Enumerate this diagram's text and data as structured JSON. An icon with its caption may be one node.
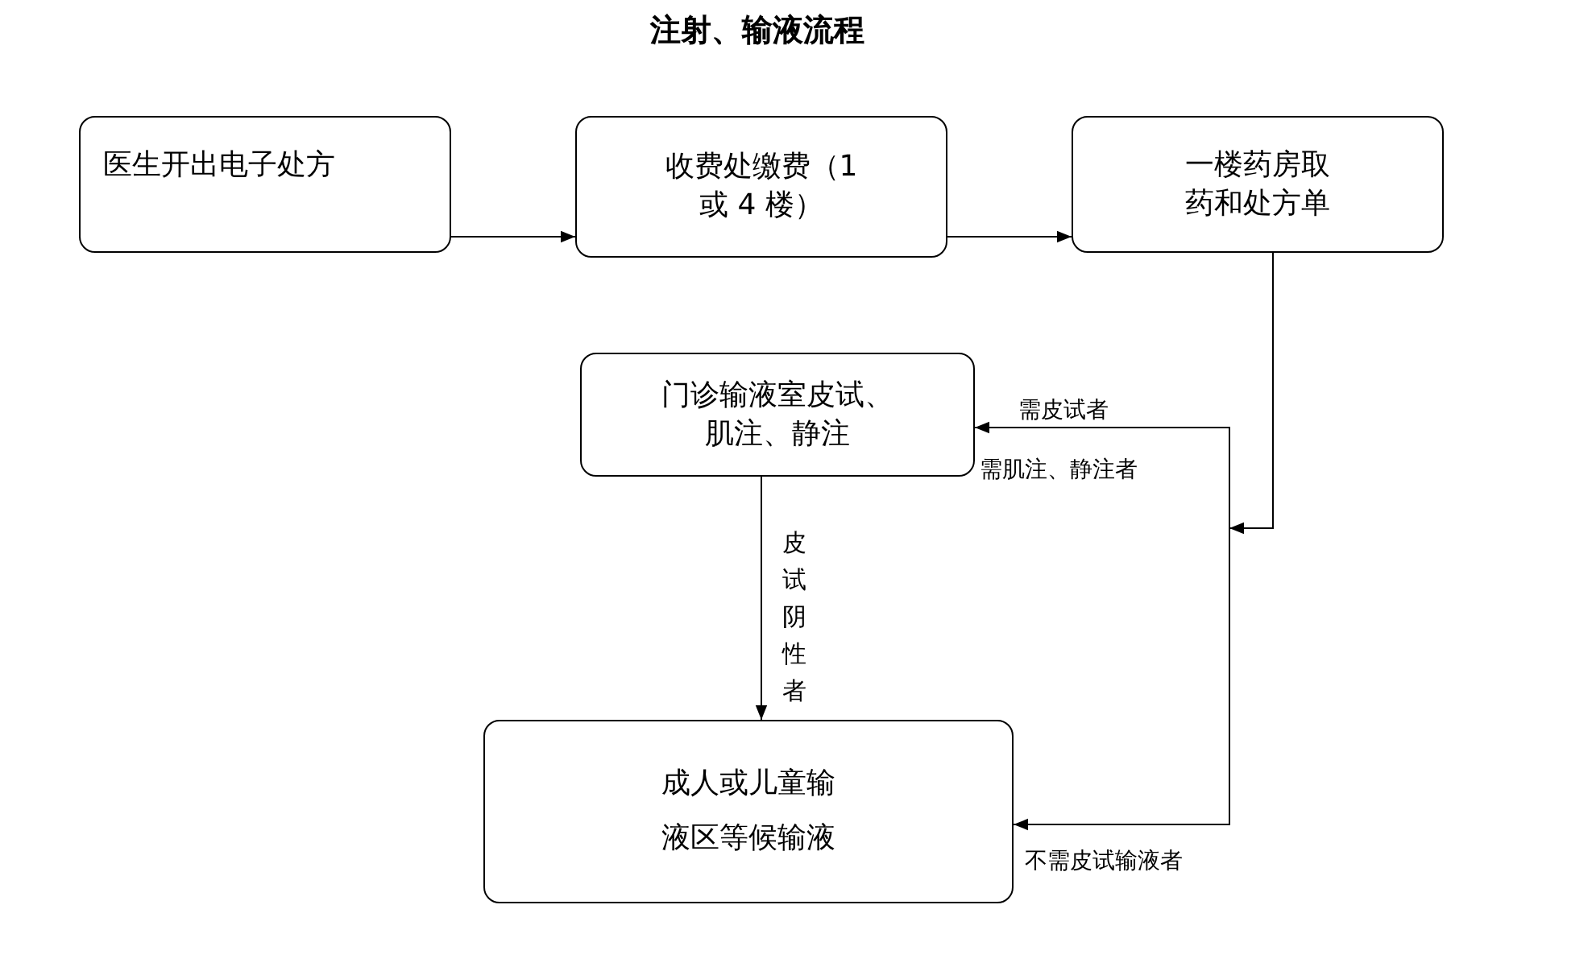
{
  "diagram": {
    "title": "注射、输液流程",
    "nodes": [
      {
        "text": [
          "医生开出电子处方"
        ]
      },
      {
        "text": [
          "收费处缴费（1 或 4 楼）"
        ]
      },
      {
        "text": [
          "一楼药房取药和处方单"
        ]
      },
      {
        "text": [
          "门诊输液室皮试、肌注、静注"
        ],
        "beside": [
          "需肌注、静注者"
        ]
      },
      {
        "text": [
          "成人或儿童输液区等候输液"
        ]
      }
    ],
    "edges": [
      {
        "from": 0,
        "to": 1,
        "arrow": "to"
      },
      {
        "from": 1,
        "to": 2,
        "arrow": "to"
      },
      {
        "from": 2,
        "to": 3,
        "arrow": "to",
        "label": "需皮试者"
      },
      {
        "from": 2,
        "to": 4,
        "arrow": "to",
        "label": "不需皮试输液者"
      },
      {
        "from": 3,
        "to": 4,
        "arrow": "to",
        "label": "皮试阴性者"
      }
    ]
  }
}
